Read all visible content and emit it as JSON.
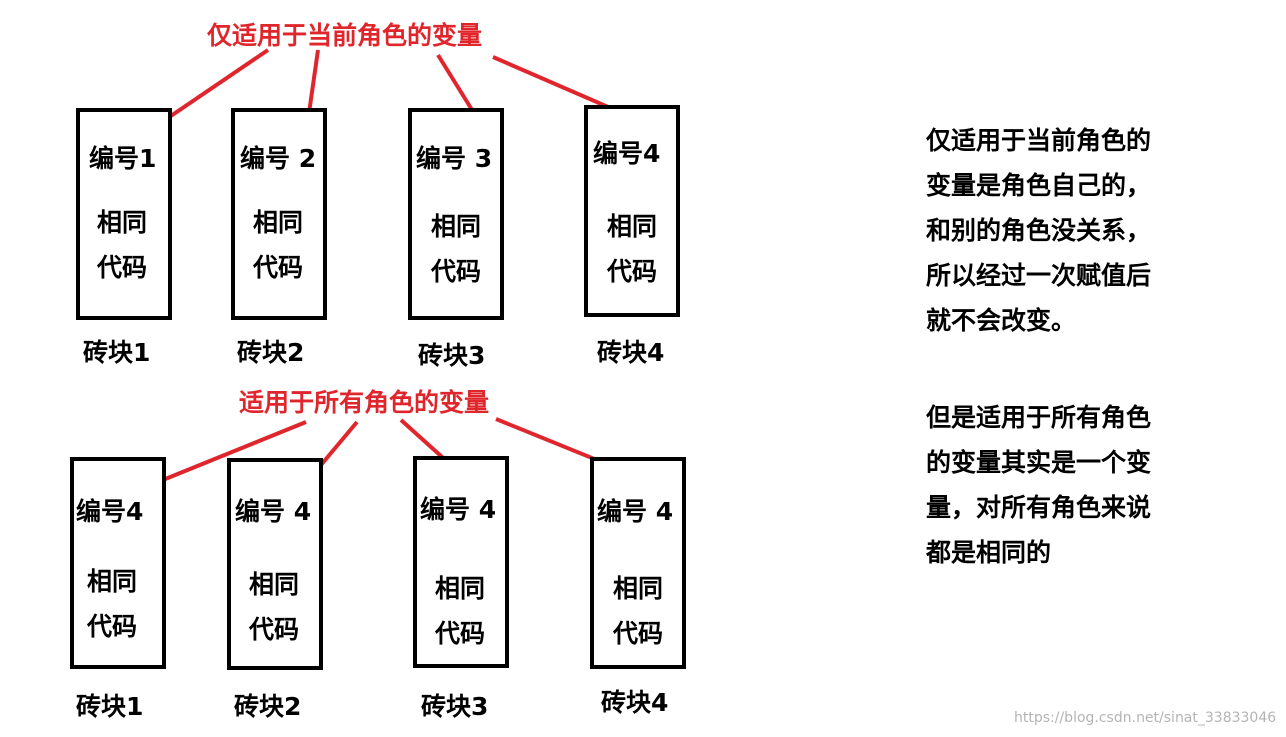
{
  "colors": {
    "accent_red": "#e0262d",
    "box_border": "#000000",
    "text": "#000000",
    "watermark": "#b4b4b4"
  },
  "top_section": {
    "title": "仅适用于当前角色的变量",
    "bricks": [
      {
        "number_label": "编号1",
        "code_line1": "相同",
        "code_line2": "代码",
        "brick_label": "砖块1"
      },
      {
        "number_label": "编号 2",
        "code_line1": "相同",
        "code_line2": "代码",
        "brick_label": "砖块2"
      },
      {
        "number_label": "编号 3",
        "code_line1": "相同",
        "code_line2": "代码",
        "brick_label": "砖块3"
      },
      {
        "number_label": "编号4",
        "code_line1": "相同",
        "code_line2": "代码",
        "brick_label": "砖块4"
      }
    ]
  },
  "bottom_section": {
    "title": "适用于所有角色的变量",
    "bricks": [
      {
        "number_label": "编号4",
        "code_line1": "相同",
        "code_line2": "代码",
        "brick_label": "砖块1"
      },
      {
        "number_label": "编号 4",
        "code_line1": "相同",
        "code_line2": "代码",
        "brick_label": "砖块2"
      },
      {
        "number_label": "编号 4",
        "code_line1": "相同",
        "code_line2": "代码",
        "brick_label": "砖块3"
      },
      {
        "number_label": "编号 4",
        "code_line1": "相同",
        "code_line2": "代码",
        "brick_label": "砖块4"
      }
    ]
  },
  "notes": {
    "paragraph1": [
      "仅适用于当前角色的",
      "变量是角色自己的，",
      "和别的角色没关系，",
      "所以经过一次赋值后",
      "就不会改变。"
    ],
    "paragraph2": [
      "但是适用于所有角色",
      "的变量其实是一个变",
      "量，对所有角色来说",
      "都是相同的"
    ]
  },
  "watermark": "https://blog.csdn.net/sinat_33833046"
}
